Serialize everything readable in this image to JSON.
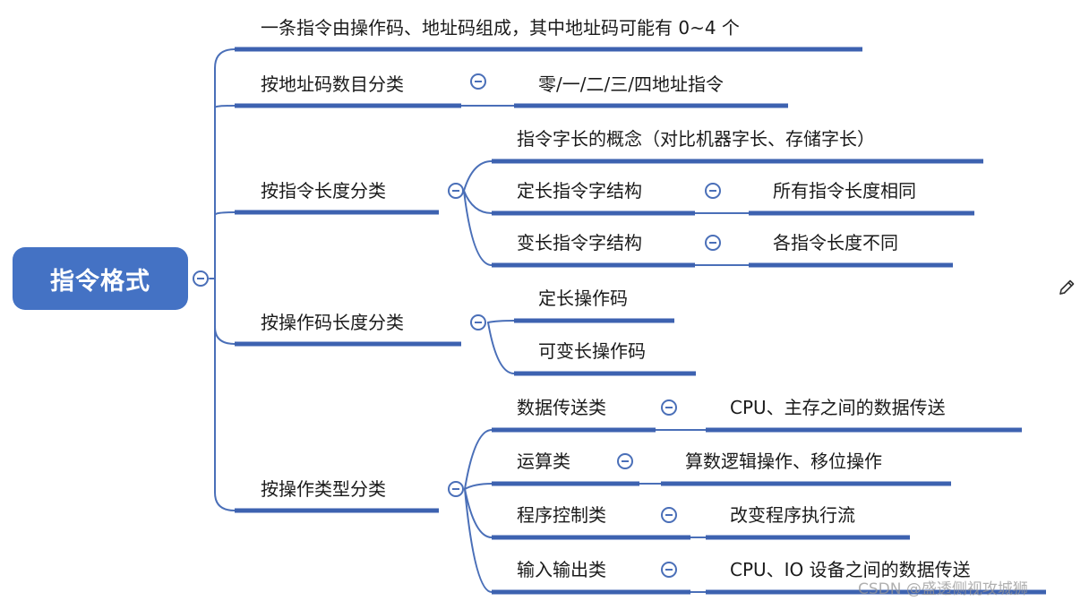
{
  "root": {
    "label": "指令格式"
  },
  "branches": {
    "b1": {
      "label": "一条指令由操作码、地址码组成，其中地址码可能有 0~4 个"
    },
    "b2": {
      "label": "按地址码数目分类",
      "child": "零/一/二/三/四地址指令"
    },
    "b3": {
      "label": "按指令长度分类",
      "children": {
        "c1": {
          "label": "指令字长的概念（对比机器字长、存储字长）"
        },
        "c2": {
          "label": "定长指令字结构",
          "detail": "所有指令长度相同"
        },
        "c3": {
          "label": "变长指令字结构",
          "detail": "各指令长度不同"
        }
      }
    },
    "b4": {
      "label": "按操作码长度分类",
      "children": {
        "c1": {
          "label": "定长操作码"
        },
        "c2": {
          "label": "可变长操作码"
        }
      }
    },
    "b5": {
      "label": "按操作类型分类",
      "children": {
        "c1": {
          "label": "数据传送类",
          "detail": "CPU、主存之间的数据传送"
        },
        "c2": {
          "label": "运算类",
          "detail": "算数逻辑操作、移位操作"
        },
        "c3": {
          "label": "程序控制类",
          "detail": "改变程序执行流"
        },
        "c4": {
          "label": "输入输出类",
          "detail": "CPU、IO 设备之间的数据传送"
        }
      }
    }
  },
  "watermark": "CSDN @盛透侧视攻城狮",
  "colors": {
    "root_fill": "#4472c4",
    "connector": "#4a6fb8",
    "underline": "#3d62b0"
  },
  "icons": {
    "collapse": "minus-circle-icon",
    "edit": "pencil-icon"
  }
}
